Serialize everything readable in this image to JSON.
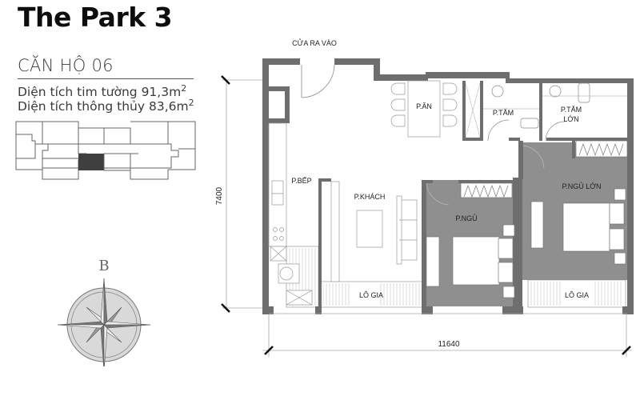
{
  "header": {
    "title": "The Park 3",
    "unit_label": "CĂN HỘ 06",
    "area_gross_label": "Diện tích tim tường 91,3m",
    "area_gross_unit_sup": "2",
    "area_net_label": "Diện tích thông thủy 83,6m",
    "area_net_unit_sup": "2"
  },
  "keyplan": {
    "highlighted_unit": "06",
    "highlight_color": "#3f3f3f"
  },
  "compass": {
    "north_label": "B"
  },
  "floorplan": {
    "entrance_label": "CỬA RA VÀO",
    "rooms": {
      "dining": "P.ĂN",
      "bath": "P.TẮM",
      "master_bath_line1": "P.TẮM",
      "master_bath_line2": "LỚN",
      "kitchen": "P.BẾP",
      "living": "P.KHÁCH",
      "bedroom": "P.NGỦ",
      "master_bedroom": "P.NGỦ LỚN",
      "loggia_left": "LÔ GIA",
      "loggia_right": "LÔ GIA"
    },
    "dimensions": {
      "height": "7400",
      "width": "11640"
    },
    "colors": {
      "wall": "#6e6e6e",
      "bedroom_fill": "#8f8f8f",
      "line": "#9a9a9a"
    }
  }
}
